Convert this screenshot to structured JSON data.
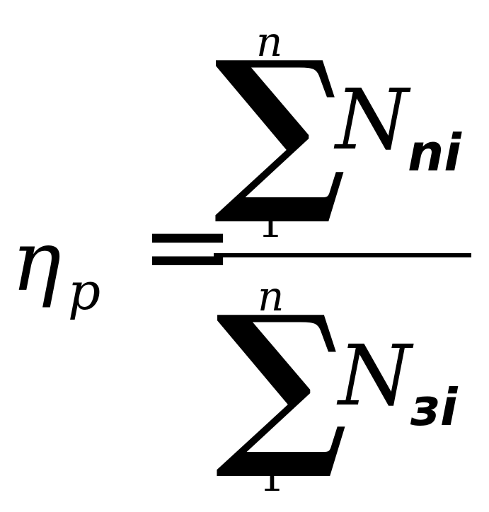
{
  "formula": {
    "lhs": {
      "symbol": "η",
      "subscript": "p"
    },
    "relation": "=",
    "numerator": {
      "operator": "∑",
      "upper_limit": "n",
      "lower_limit": "1",
      "variable": "N",
      "subscript": "ni"
    },
    "denominator": {
      "operator": "∑",
      "upper_limit": "n",
      "lower_limit": "1",
      "variable": "N",
      "subscript": "зi"
    }
  }
}
